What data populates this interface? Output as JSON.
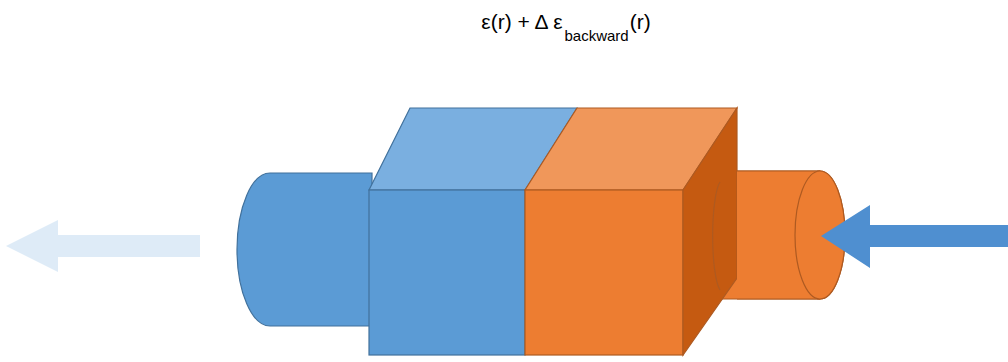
{
  "diagram": {
    "labels": [
      "ε(r) + Δ ε",
      "backward",
      "(r)"
    ]
  }
}
